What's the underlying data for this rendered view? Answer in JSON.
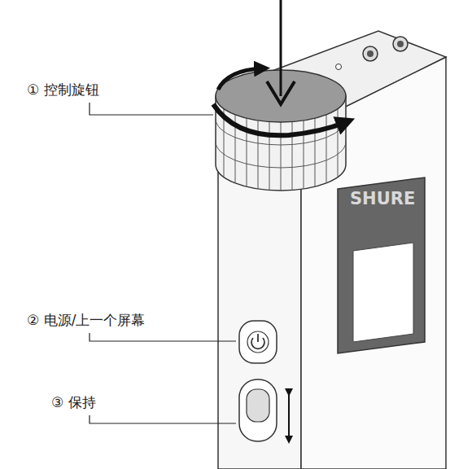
{
  "diagram": {
    "labels": [
      "① 控制旋钮",
      "② 电源/上一个屏幕",
      "③ 保持",
      "SHURE"
    ]
  }
}
